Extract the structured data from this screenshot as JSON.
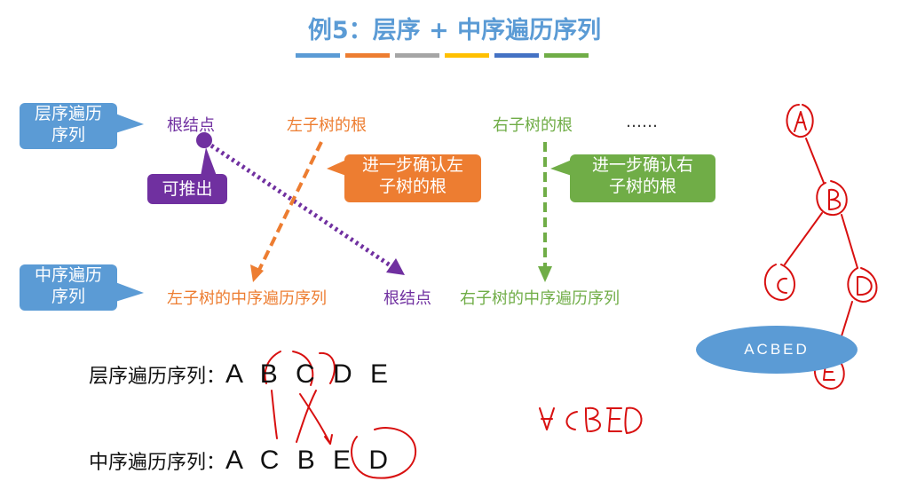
{
  "title": "例5：层序 + 中序遍历序列",
  "title_bar_colors": [
    "#5b9bd5",
    "#ed7d31",
    "#a5a5a5",
    "#ffc000",
    "#4472c4",
    "#70ad47"
  ],
  "callouts": {
    "level_order": "层序遍历\n序列",
    "inorder": "中序遍历\n序列",
    "deduce": "可推出",
    "confirm_left": "进一步确认左\n子树的根",
    "confirm_right": "进一步确认右\n子树的根"
  },
  "top_row": {
    "root": "根结点",
    "left_root": "左子树的根",
    "right_root": "右子树的根",
    "ellipsis": "……"
  },
  "bottom_row": {
    "left_inorder": "左子树的中序遍历序列",
    "root": "根结点",
    "right_inorder": "右子树的中序遍历序列"
  },
  "sequences": {
    "level_label": "层序遍历序列：",
    "level_value": "A B C D E",
    "inorder_label": "中序遍历序列：",
    "inorder_value": "A C B E D"
  },
  "handwriting": {
    "middle_note": "A CBED",
    "ellipse_text": "ACBED",
    "tree_nodes": [
      "A",
      "B",
      "C",
      "D",
      "E"
    ]
  },
  "colors": {
    "blue": "#5b9bd5",
    "orange": "#ed7d31",
    "green": "#70ad47",
    "purple": "#7030a0",
    "ink": "#d81010"
  }
}
